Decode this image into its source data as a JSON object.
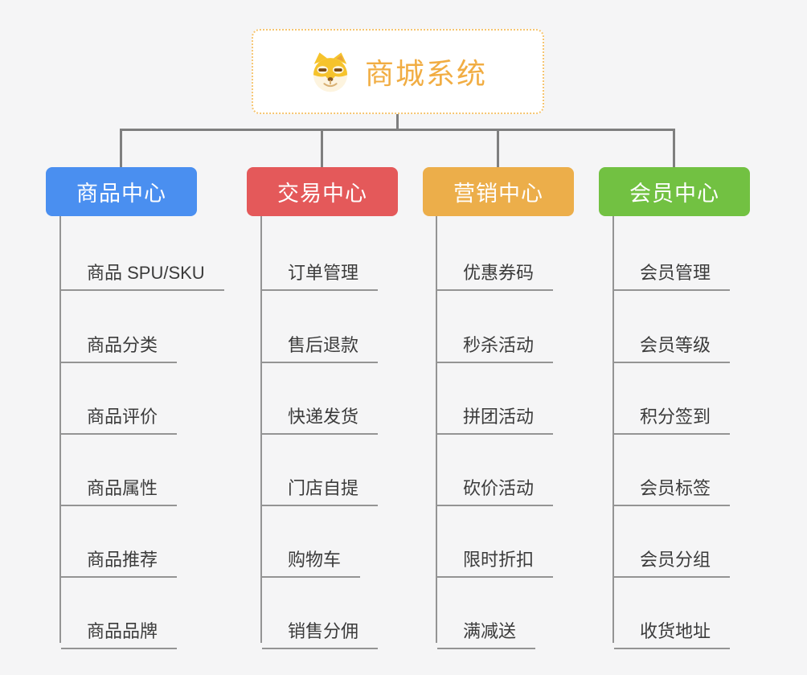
{
  "root": {
    "title": "商城系统",
    "icon": "shiba-dog-icon"
  },
  "branches": [
    {
      "label": "商品中心",
      "color": "#4a8ff0",
      "children": [
        "商品 SPU/SKU",
        "商品分类",
        "商品评价",
        "商品属性",
        "商品推荐",
        "商品品牌"
      ]
    },
    {
      "label": "交易中心",
      "color": "#e4595a",
      "children": [
        "订单管理",
        "售后退款",
        "快递发货",
        "门店自提",
        "购物车",
        "销售分佣"
      ]
    },
    {
      "label": "营销中心",
      "color": "#ecae4a",
      "children": [
        "优惠券码",
        "秒杀活动",
        "拼团活动",
        "砍价活动",
        "限时折扣",
        "满减送"
      ]
    },
    {
      "label": "会员中心",
      "color": "#72c142",
      "children": [
        "会员管理",
        "会员等级",
        "积分签到",
        "会员标签",
        "会员分组",
        "收货地址"
      ]
    }
  ],
  "colors": {
    "root_accent": "#f1ad43",
    "root_border": "#f6c571",
    "connector_gray": "#7f7f7f",
    "leaf_line_gray": "#949494",
    "leaf_text": "#3b3b3b",
    "page_background": "#f5f5f6"
  }
}
